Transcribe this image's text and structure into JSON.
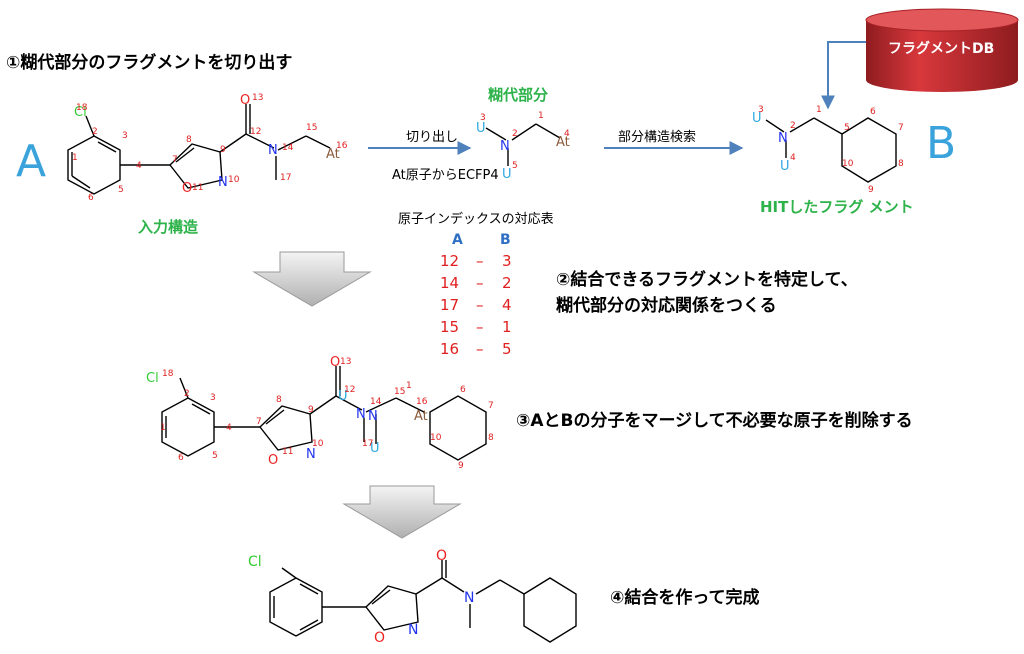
{
  "steps": {
    "step1": "①糊代部分のフラグメントを切り出す",
    "step2_line1": "②結合できるフラグメントを特定して、",
    "step2_line2": "糊代部分の対応関係をつくる",
    "step3": "③AとBの分子をマージして不必要な原子を削除する",
    "step4": "④結合を作って完成"
  },
  "labels": {
    "input_structure": "入力構造",
    "linker_part": "糊代部分",
    "hit_fragment": "HITしたフラグ メント",
    "cut_out": "切り出し",
    "from_at": "At原子からECFP4",
    "substructure_search": "部分構造検索",
    "fragment_db": "フラグメントDB",
    "letter_a": "A",
    "letter_b": "B"
  },
  "mapping": {
    "title": "原子インデックスの対応表",
    "head_a": "A",
    "head_b": "B",
    "rows": [
      {
        "a": "12",
        "dash": "–",
        "b": "3"
      },
      {
        "a": "14",
        "dash": "–",
        "b": "2"
      },
      {
        "a": "17",
        "dash": "–",
        "b": "4"
      },
      {
        "a": "15",
        "dash": "–",
        "b": "1"
      },
      {
        "a": "16",
        "dash": "–",
        "b": "5"
      }
    ]
  },
  "atoms": {
    "cl": "Cl",
    "o": "O",
    "n": "N",
    "at": "At",
    "u": "U"
  },
  "colors": {
    "arrow_blue": "#4f81bd",
    "db_red": "#c0282d",
    "index_red": "#e02020",
    "cl_green": "#33cc33",
    "o_red": "#ee2222",
    "n_blue": "#2233ee",
    "at_brown": "#8b5a3c",
    "u_cyan": "#2ea8e0",
    "text_green": "#2db34a",
    "letter_blue": "#3aa3dc"
  }
}
